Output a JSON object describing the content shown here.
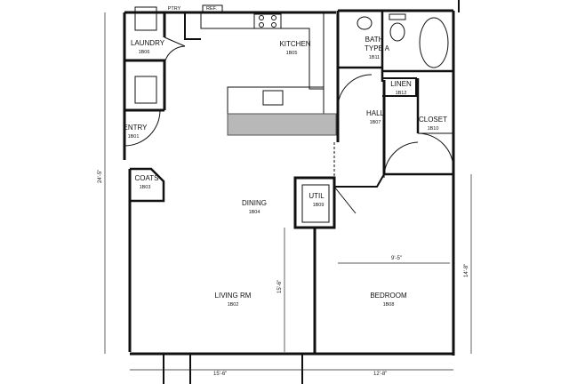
{
  "rooms": {
    "pantry": "PTRY",
    "refrigerator": "REF.",
    "laundry": {
      "name": "LAUNDRY",
      "tag": "1B06"
    },
    "kitchen": {
      "name": "KITCHEN",
      "tag": "1B05"
    },
    "bath": {
      "name": "BATH",
      "subname": "TYPE A",
      "tag": "1B11"
    },
    "linen": {
      "name": "LINEN",
      "tag": "1B12"
    },
    "hall": {
      "name": "HALL",
      "tag": "1B07"
    },
    "closet": {
      "name": "CLOSET",
      "tag": "1B10"
    },
    "entry": {
      "name": "ENTRY",
      "tag": "1B01"
    },
    "coats": {
      "name": "COATS",
      "tag": "1B03"
    },
    "util": {
      "name": "UTIL",
      "tag": "1B09"
    },
    "dining": {
      "name": "DINING",
      "tag": "1B04"
    },
    "living": {
      "name": "LIVING RM",
      "tag": "1B02"
    },
    "bedroom": {
      "name": "BEDROOM",
      "tag": "1B08"
    }
  },
  "dimensions": {
    "overall_depth": "24'-5\"",
    "bedroom_width_inner": "9'-5\"",
    "bedroom_depth": "14'-8\"",
    "living_width": "15'-6\"",
    "bedroom_width": "12'-8\"",
    "ceiling_note": "15'-6\""
  },
  "colors": {
    "line": "#111111",
    "hatch": "#555555"
  }
}
